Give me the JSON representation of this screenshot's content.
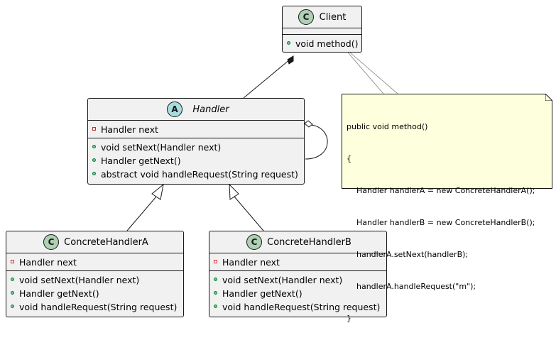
{
  "client": {
    "stereotype": "C",
    "name": "Client",
    "methods": [
      {
        "vis": "public",
        "text": "void method()"
      }
    ]
  },
  "handler": {
    "stereotype": "A",
    "name": "Handler",
    "fields": [
      {
        "vis": "private",
        "text": "Handler next"
      }
    ],
    "methods": [
      {
        "vis": "public",
        "text": "void setNext(Handler next)"
      },
      {
        "vis": "public",
        "text": "Handler getNext()"
      },
      {
        "vis": "public",
        "text": "abstract void handleRequest(String request)"
      }
    ]
  },
  "concrete_a": {
    "stereotype": "C",
    "name": "ConcreteHandlerA",
    "fields": [
      {
        "vis": "private",
        "text": "Handler next"
      }
    ],
    "methods": [
      {
        "vis": "public",
        "text": "void setNext(Handler next)"
      },
      {
        "vis": "public",
        "text": "Handler getNext()"
      },
      {
        "vis": "public",
        "text": "void handleRequest(String request)"
      }
    ]
  },
  "concrete_b": {
    "stereotype": "C",
    "name": "ConcreteHandlerB",
    "fields": [
      {
        "vis": "private",
        "text": "Handler next"
      }
    ],
    "methods": [
      {
        "vis": "public",
        "text": "void setNext(Handler next)"
      },
      {
        "vis": "public",
        "text": "Handler getNext()"
      },
      {
        "vis": "public",
        "text": "void handleRequest(String request)"
      }
    ]
  },
  "note": {
    "lines": [
      "public void method()",
      "{",
      "    Handler handlerA = new ConcreteHandlerA();",
      "    Handler handlerB = new ConcreteHandlerB();",
      "    handlerA.setNext(handlerB);",
      "    handlerA.handleRequest(\"m\");",
      "}"
    ]
  },
  "colors": {
    "class_fill": "#f1f1f1",
    "border": "#181818",
    "class_icon": "#add1b2",
    "abstract_icon": "#a9dcdf",
    "note_fill": "#feffdd",
    "public_marker": "#84be84",
    "private_marker": "#c82930"
  }
}
